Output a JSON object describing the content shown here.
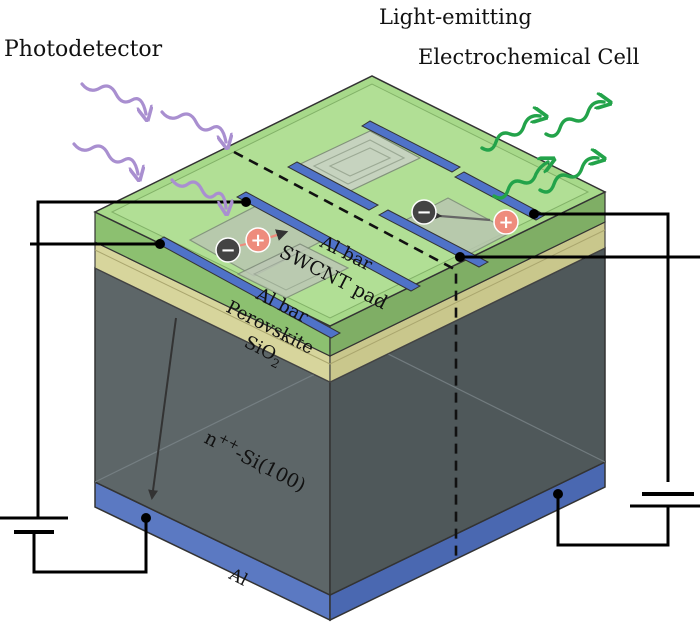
{
  "labels": {
    "photodetector": "Photodetector",
    "lec_line1": "Light-emitting",
    "lec_line2": "Electrochemical Cell",
    "al_bar_top": "Al bar",
    "swcnt_pad": "SWCNT pad",
    "al_bar_bottom": "Al bar",
    "perovskite": "Perovskite",
    "sio2_base": "SiO",
    "sio2_sub": "2",
    "si_prefix": "n",
    "si_sup": "++",
    "si_rest": "-Si(100)",
    "al_bottom": "Al"
  },
  "charges": {
    "minus": "−",
    "plus": "+"
  },
  "colors": {
    "green_top": "#a7d98a",
    "green_side_left": "#8cc070",
    "green_side_right": "#7fae65",
    "perovskite_left": "#d7d59c",
    "perovskite_right": "#c9c78c",
    "si_left": "#5d6668",
    "si_right": "#4f585a",
    "al_left": "#5b79c2",
    "al_right": "#4a68b1",
    "al_bar": "#4f72c8",
    "photon_in": "#a98fd0",
    "photon_out": "#23a34a",
    "hole": "#ee8c7d",
    "electron": "#444444"
  }
}
